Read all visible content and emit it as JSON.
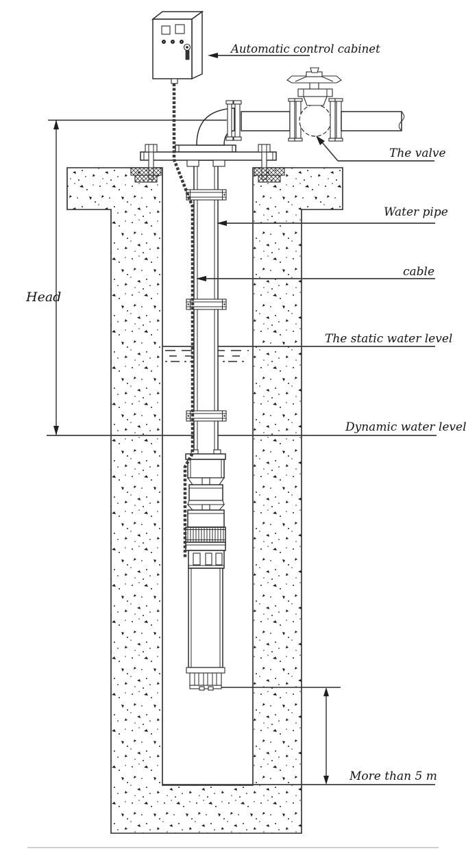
{
  "diagram": {
    "background": "#ffffff",
    "line_color": "#2b2b2b",
    "labels": {
      "cabinet": "Automatic control cabinet",
      "valve": "The valve",
      "water_pipe": "Water pipe",
      "cable": "cable",
      "static_water_level": "The static water level",
      "dynamic_water_level": "Dynamic water level",
      "head": "Head",
      "min_submergence": "More than 5 m"
    }
  }
}
